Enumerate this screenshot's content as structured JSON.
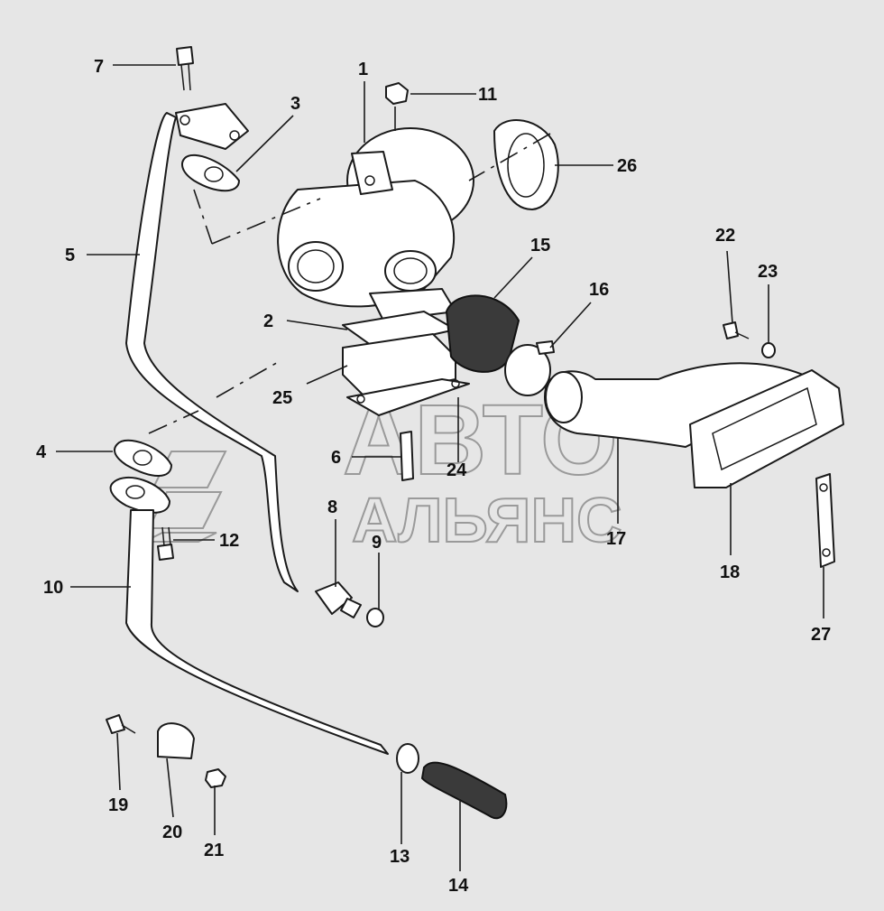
{
  "watermark": {
    "line1": "АВТО",
    "line2": "АЛЬЯНС"
  },
  "labels": {
    "l1": "1",
    "l2": "2",
    "l3": "3",
    "l4": "4",
    "l5": "5",
    "l6": "6",
    "l7": "7",
    "l8": "8",
    "l9": "9",
    "l10": "10",
    "l11": "11",
    "l12": "12",
    "l13": "13",
    "l14": "14",
    "l15": "15",
    "l16": "16",
    "l17": "17",
    "l18": "18",
    "l19": "19",
    "l20": "20",
    "l21": "21",
    "l22": "22",
    "l23": "23",
    "l24": "24",
    "l25": "25",
    "l26": "26",
    "l27": "27"
  },
  "colors": {
    "background": "#e6e6e6",
    "ink": "#1a1a1a",
    "watermark": "#9a9a9a"
  }
}
